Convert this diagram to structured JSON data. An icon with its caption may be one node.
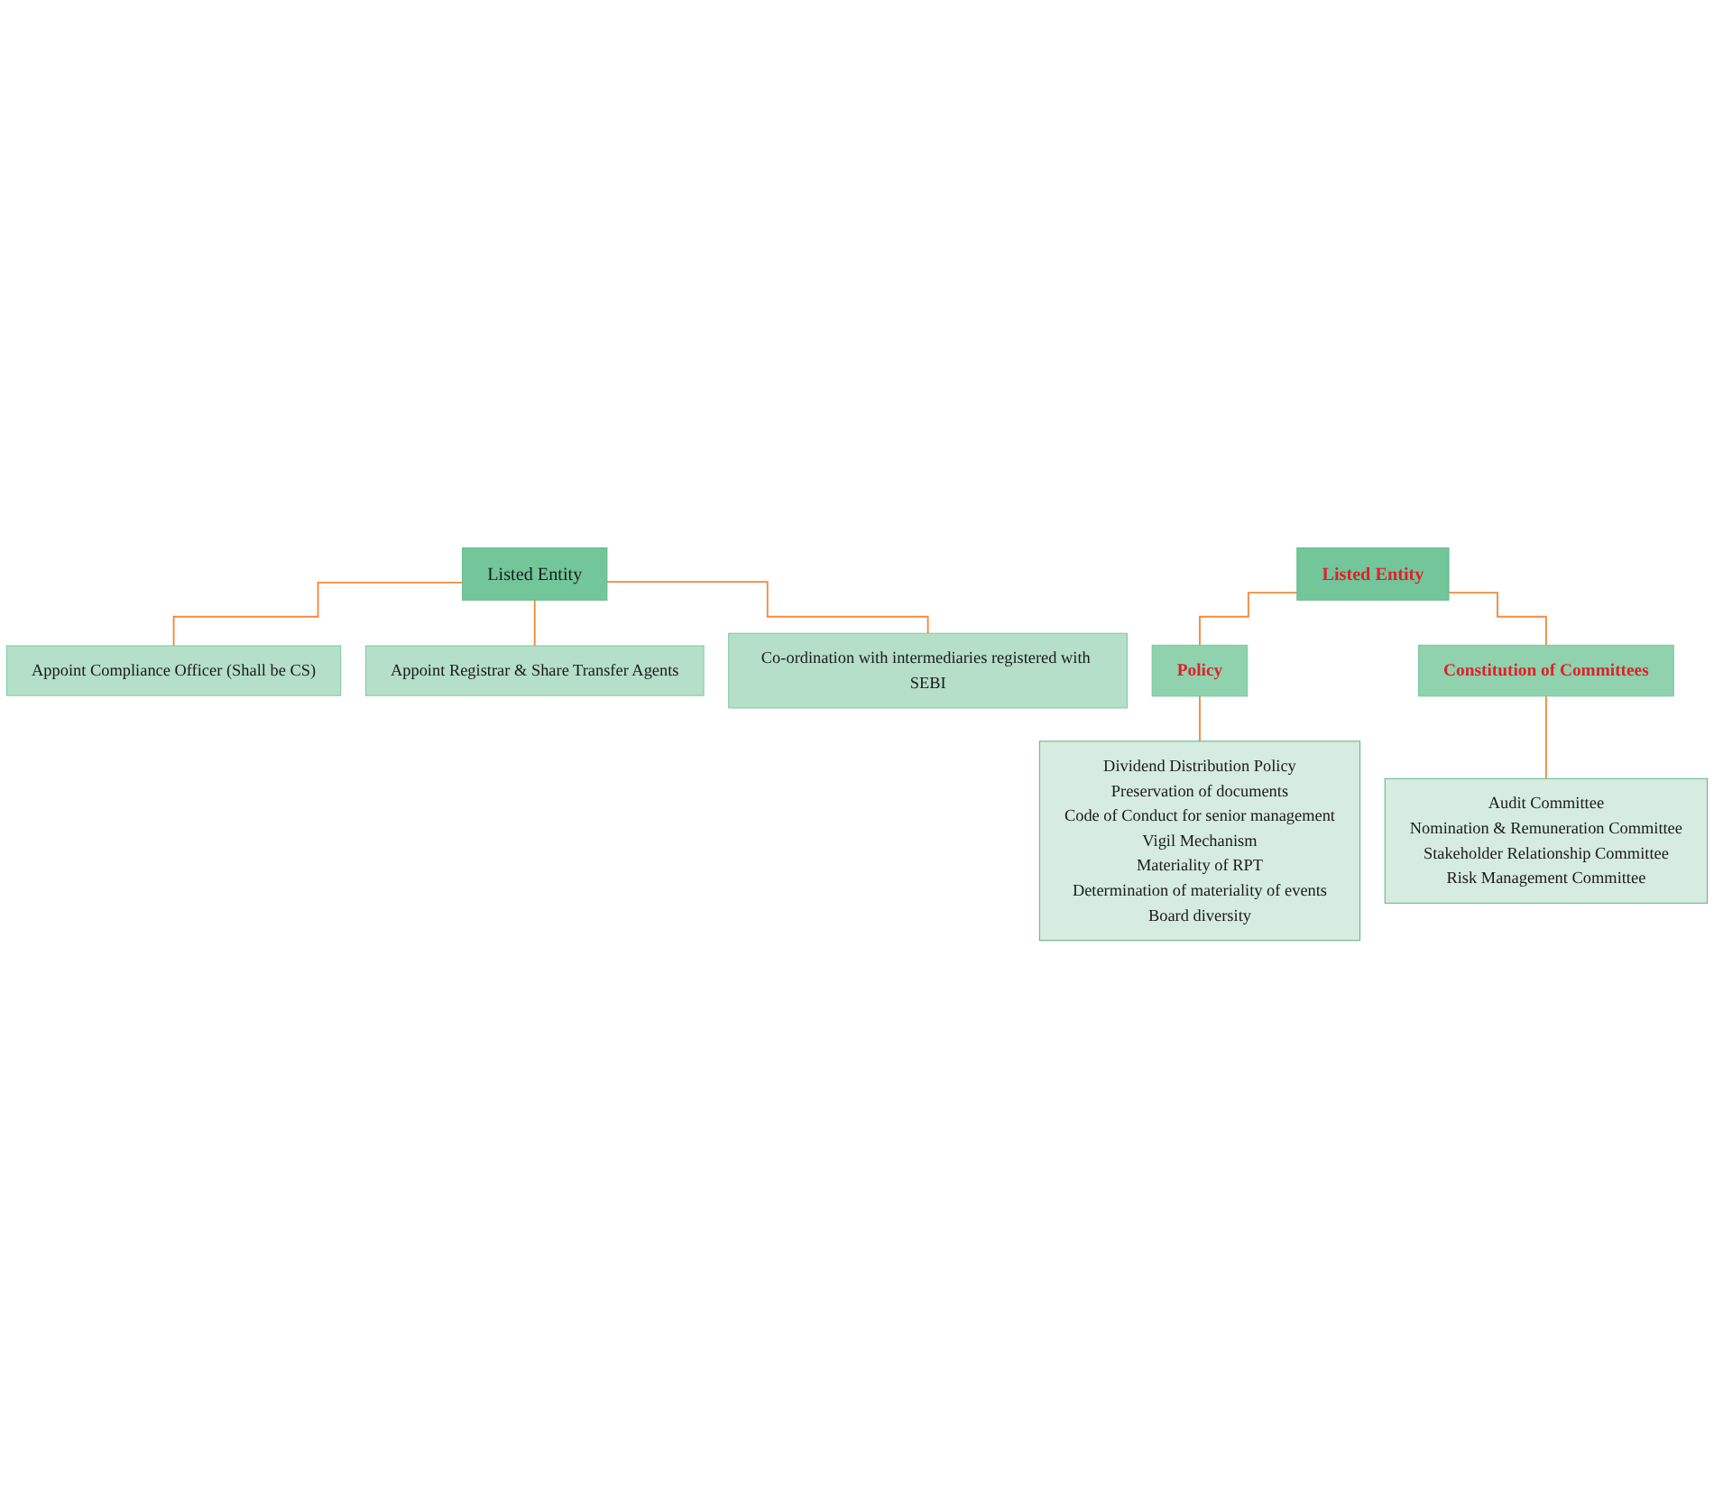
{
  "diagram": {
    "nodes": [
      {
        "text": [
          "Listed Entity"
        ]
      },
      {
        "text": [
          "Appoint Compliance Officer (Shall be CS)"
        ]
      },
      {
        "text": [
          "Appoint Registrar & Share Transfer Agents"
        ]
      },
      {
        "text": [
          "Co-ordination with intermediaries registered with SEBI"
        ]
      },
      {
        "text": [
          "Listed Entity"
        ]
      },
      {
        "text": [
          "Policy"
        ]
      },
      {
        "text": [
          "Constitution of Committees"
        ]
      },
      {
        "text": [
          "Dividend Distribution Policy",
          "Preservation of documents",
          "Code of Conduct for senior management",
          "Vigil Mechanism",
          "Materiality of RPT",
          "Determination of materiality of events",
          "Board diversity"
        ]
      },
      {
        "text": [
          "Audit Committee",
          "Nomination & Remuneration Committee",
          "Stakeholder Relationship Committee",
          "Risk Management Committee"
        ]
      }
    ],
    "edges": [
      {
        "from": 0,
        "to": 1,
        "arrow": "none"
      },
      {
        "from": 0,
        "to": 2,
        "arrow": "none"
      },
      {
        "from": 0,
        "to": 3,
        "arrow": "none"
      },
      {
        "from": 4,
        "to": 5,
        "arrow": "none"
      },
      {
        "from": 4,
        "to": 6,
        "arrow": "none"
      },
      {
        "from": 5,
        "to": 7,
        "arrow": "none"
      },
      {
        "from": 6,
        "to": 8,
        "arrow": "none"
      }
    ]
  }
}
